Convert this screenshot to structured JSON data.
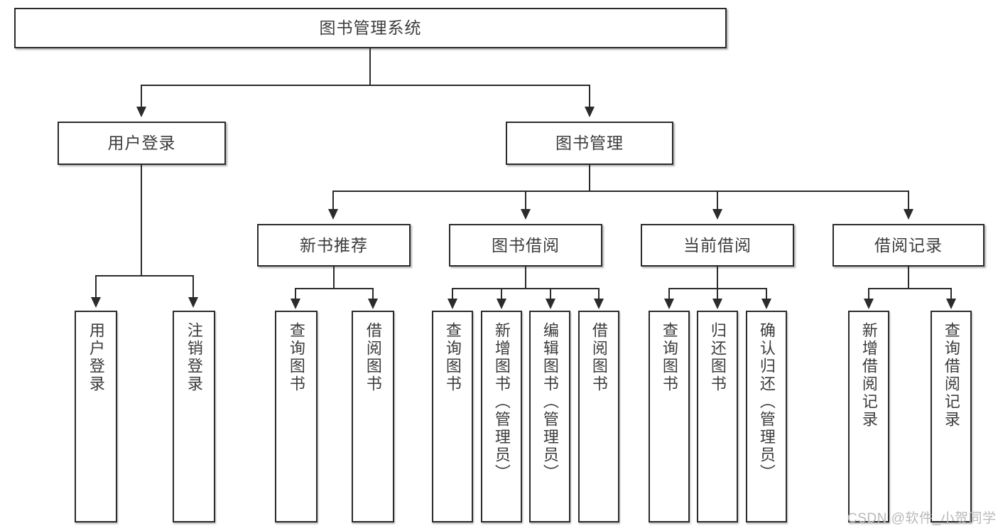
{
  "diagram": {
    "title": "图书管理系统",
    "type": "功能结构图",
    "style": {
      "box_border_color": "#2b2b2b",
      "box_fill_color": "#ffffff",
      "text_color": "#3c3c3c",
      "line_color": "#2b2b2b",
      "background_color": "#ffffff",
      "watermark_color": "#b9b9b9"
    }
  },
  "root": {
    "label": "图书管理系统"
  },
  "level2": [
    {
      "label": "用户登录"
    },
    {
      "label": "图书管理"
    }
  ],
  "level3": [
    {
      "label": "新书推荐"
    },
    {
      "label": "图书借阅"
    },
    {
      "label": "当前借阅"
    },
    {
      "label": "借阅记录"
    }
  ],
  "leaves": {
    "user_login": [
      {
        "label": "用户登录"
      },
      {
        "label": "注销登录"
      }
    ],
    "new_book": [
      {
        "label": "查询图书"
      },
      {
        "label": "借阅图书"
      }
    ],
    "book_borrow": [
      {
        "label": "查询图书"
      },
      {
        "label": "新增图书（管理员）"
      },
      {
        "label": "编辑图书（管理员）"
      },
      {
        "label": "借阅图书"
      }
    ],
    "current_borrow": [
      {
        "label": "查询图书"
      },
      {
        "label": "归还图书"
      },
      {
        "label": "确认归还（管理员）"
      }
    ],
    "borrow_record": [
      {
        "label": "新增借阅记录"
      },
      {
        "label": "查询借阅记录"
      }
    ]
  },
  "watermark": {
    "text": "CSDN @软件_小贺同学"
  }
}
